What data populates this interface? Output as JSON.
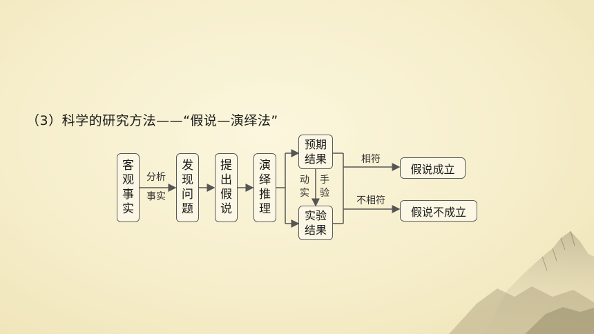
{
  "heading": "（3）科学的研究方法——“假说—演绎法”",
  "diagram": {
    "steps": [
      "客观事实",
      "发现问题",
      "提出假说",
      "演绎推理"
    ],
    "arrow1_label_top": "分析",
    "arrow1_label_bottom": "事实",
    "predicted_result": "预期结果",
    "experiment_result": "实验结果",
    "hands_on_label_left": "动实",
    "hands_on_label_right": "手验",
    "match_label": "相符",
    "mismatch_label": "不相符",
    "hypothesis_true": "假说成立",
    "hypothesis_false": "假说不成立"
  }
}
